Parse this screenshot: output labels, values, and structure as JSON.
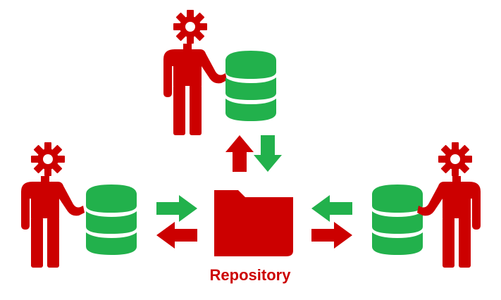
{
  "repository": {
    "label": "Repository"
  },
  "colors": {
    "person": "#cc0000",
    "gear": "#cc0000",
    "database": "#22b14c",
    "folder": "#cc0000",
    "label": "#cc0000",
    "arrow_green": "#22b14c",
    "arrow_red": "#cc0000"
  },
  "icons": {
    "user": "person-with-gear-icon",
    "database": "database-icon",
    "repository": "folder-icon",
    "push": "arrow-icon",
    "pull": "arrow-icon"
  },
  "users": [
    {
      "id": "top"
    },
    {
      "id": "left"
    },
    {
      "id": "right"
    }
  ]
}
